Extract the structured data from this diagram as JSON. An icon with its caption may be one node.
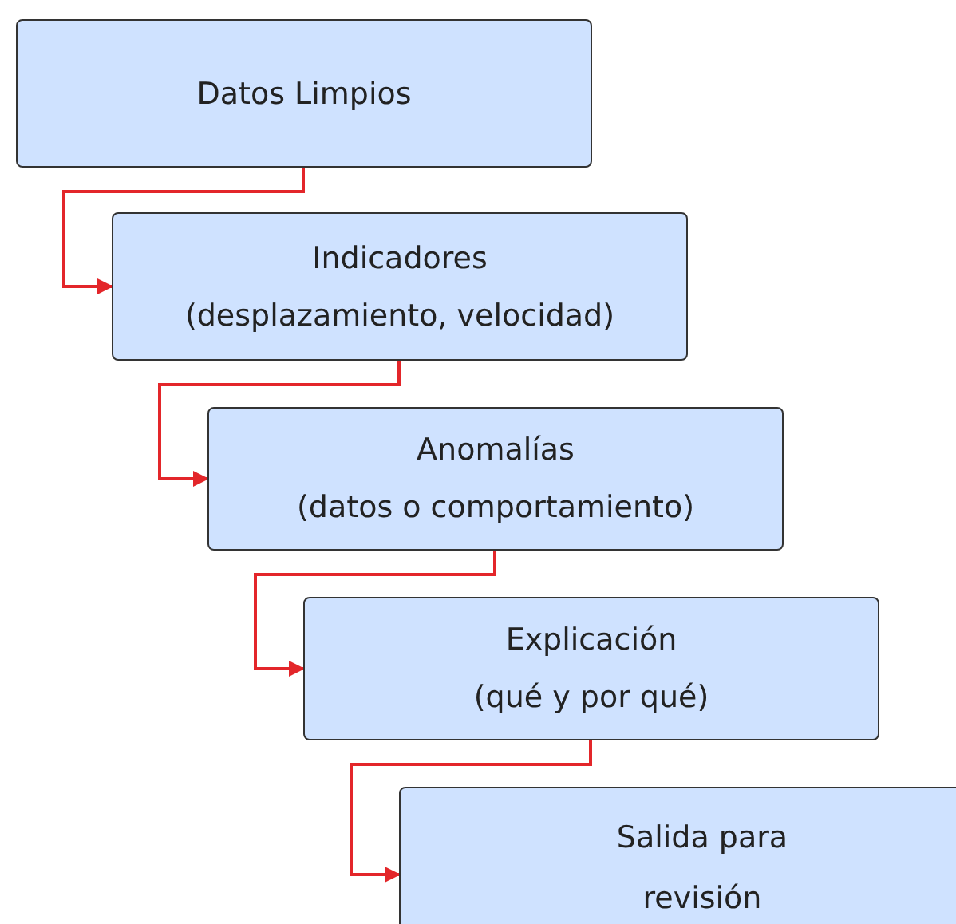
{
  "diagram": {
    "nodes": [
      {
        "text": [
          "Datos Limpios"
        ]
      },
      {
        "text": [
          "Indicadores",
          "(desplazamiento, velocidad)"
        ]
      },
      {
        "text": [
          "Anomalías",
          "(datos o comportamiento)"
        ]
      },
      {
        "text": [
          "Explicación",
          "(qué y por qué)"
        ]
      },
      {
        "text": [
          "Salida para revisión"
        ]
      }
    ],
    "edges": [
      {
        "from": 0,
        "to": 1,
        "arrow": "to"
      },
      {
        "from": 1,
        "to": 2,
        "arrow": "to"
      },
      {
        "from": 2,
        "to": 3,
        "arrow": "to"
      },
      {
        "from": 3,
        "to": 4,
        "arrow": "to"
      }
    ]
  }
}
